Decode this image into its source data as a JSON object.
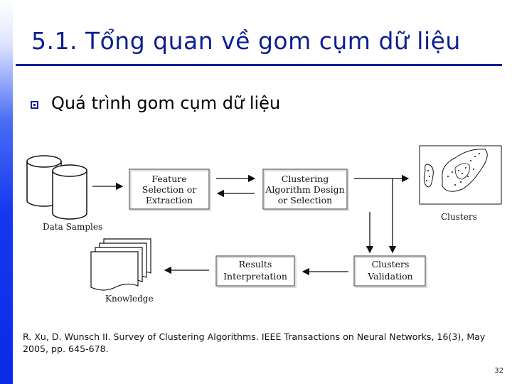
{
  "slide": {
    "title": "5.1. Tổng quan về gom cụm dữ liệu",
    "bullet": "Quá trình gom cụm dữ liệu",
    "citation": "R. Xu, D. Wunsch II. Survey of Clustering Algorithms. IEEE Transactions on Neural Networks, 16(3), May 2005, pp. 645-678.",
    "page_number": "32"
  },
  "diagram": {
    "data_samples_label": "Data Samples",
    "feature_box": [
      "Feature",
      "Selection or",
      "Extraction"
    ],
    "clustering_box": [
      "Clustering",
      "Algorithm Design",
      "or Selection"
    ],
    "clusters_label": "Clusters",
    "results_box": [
      "Results",
      "Interpretation"
    ],
    "validation_box": [
      "Clusters",
      "Validation"
    ],
    "knowledge_label": "Knowledge"
  },
  "colors": {
    "title": "#0d1f8f",
    "left_bar": "#1438f0"
  }
}
